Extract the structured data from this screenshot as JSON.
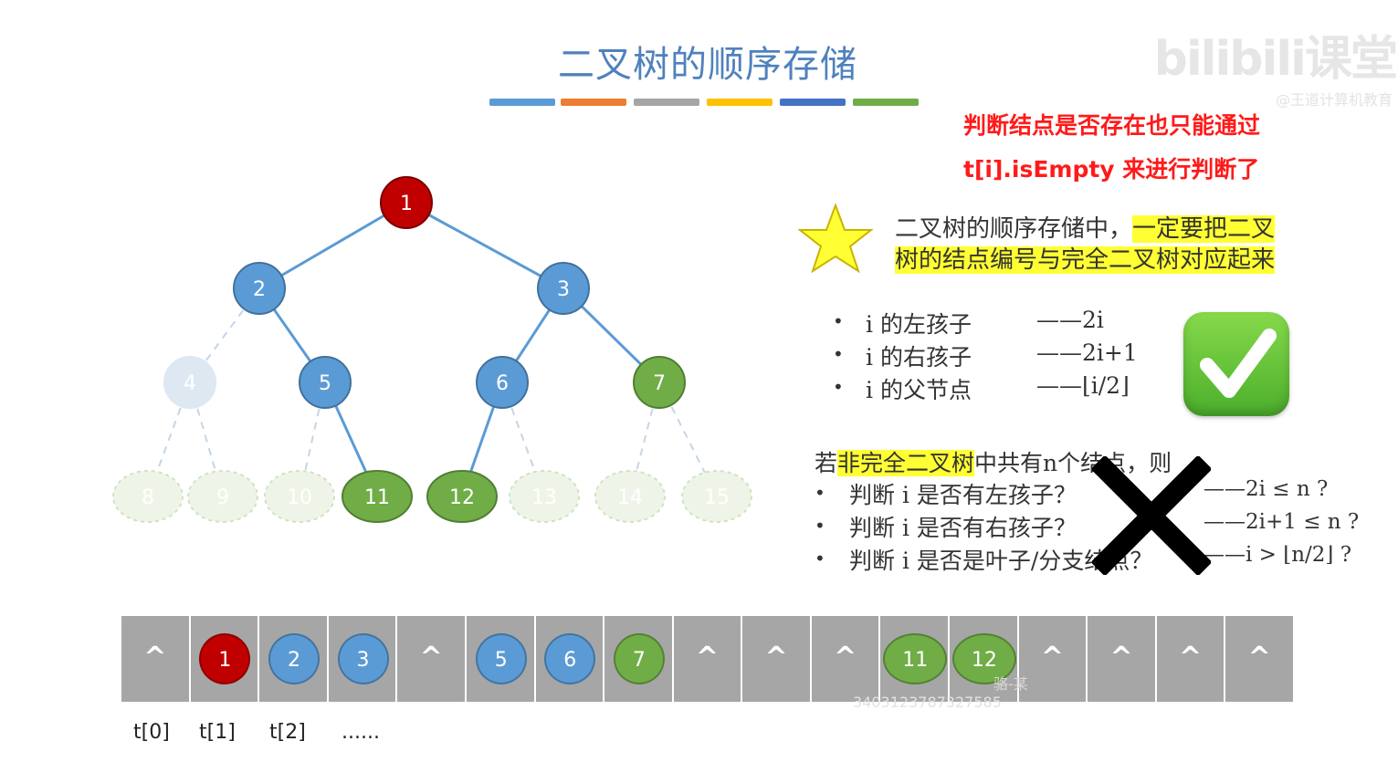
{
  "slide": {
    "title": "二叉树的顺序存储",
    "color_bar": [
      "#5b9bd5",
      "#ed7d31",
      "#a5a5a5",
      "#ffc000",
      "#4472c4",
      "#70ad47"
    ]
  },
  "watermark": {
    "brand": "bilibili课堂",
    "sub": "@王道计算机教育",
    "uploader": "骆-某",
    "id": "3403123787327585"
  },
  "note": {
    "line1": "判断结点是否存在也只能通过",
    "line2": "t[i].isEmpty 来进行判断了"
  },
  "star_note": {
    "pre": "二叉树的顺序存储中，",
    "hl1": "一定要把二叉",
    "hl2": "树的结点编号与完全二叉树对应起来"
  },
  "rules": [
    {
      "label": "i 的左孩子",
      "formula": "——2i"
    },
    {
      "label": "i 的右孩子",
      "formula": "——2i+1"
    },
    {
      "label": "i 的父节点",
      "formula": "——⌊i/2⌋"
    }
  ],
  "noncomplete": {
    "pre": "若",
    "hl": "非完全二叉树",
    "post": "中共有n个结点，则",
    "items": [
      {
        "label": "判断 i 是否有左孩子？",
        "formula": "——2i ≤ n ?"
      },
      {
        "label": "判断 i 是否有右孩子？",
        "formula": "——2i+1 ≤ n ?"
      },
      {
        "label": "判断 i 是否是叶子/分支结点？",
        "formula": "——i > ⌊n/2⌋ ?"
      }
    ]
  },
  "tree": {
    "nodes": [
      {
        "id": "1",
        "state": "root"
      },
      {
        "id": "2",
        "state": "blue"
      },
      {
        "id": "3",
        "state": "blue"
      },
      {
        "id": "4",
        "state": "ghost-blue"
      },
      {
        "id": "5",
        "state": "blue"
      },
      {
        "id": "6",
        "state": "blue"
      },
      {
        "id": "7",
        "state": "green"
      },
      {
        "id": "8",
        "state": "ghost-green"
      },
      {
        "id": "9",
        "state": "ghost-green"
      },
      {
        "id": "10",
        "state": "ghost-green"
      },
      {
        "id": "11",
        "state": "green"
      },
      {
        "id": "12",
        "state": "green"
      },
      {
        "id": "13",
        "state": "ghost-green"
      },
      {
        "id": "14",
        "state": "ghost-green"
      },
      {
        "id": "15",
        "state": "ghost-green"
      }
    ]
  },
  "array": {
    "empty_symbol": "^",
    "cells": [
      "^",
      "1",
      "2",
      "3",
      "^",
      "5",
      "6",
      "7",
      "^",
      "^",
      "^",
      "11",
      "12",
      "^",
      "^",
      "^",
      "^"
    ],
    "index_labels": [
      "t[0]",
      "t[1]",
      "t[2]",
      "......"
    ]
  },
  "colors": {
    "root": "#c00000",
    "blue": "#5b9bd5",
    "green": "#70ad47",
    "red_note": "#ff1a1a",
    "highlight": "#ffff33"
  }
}
